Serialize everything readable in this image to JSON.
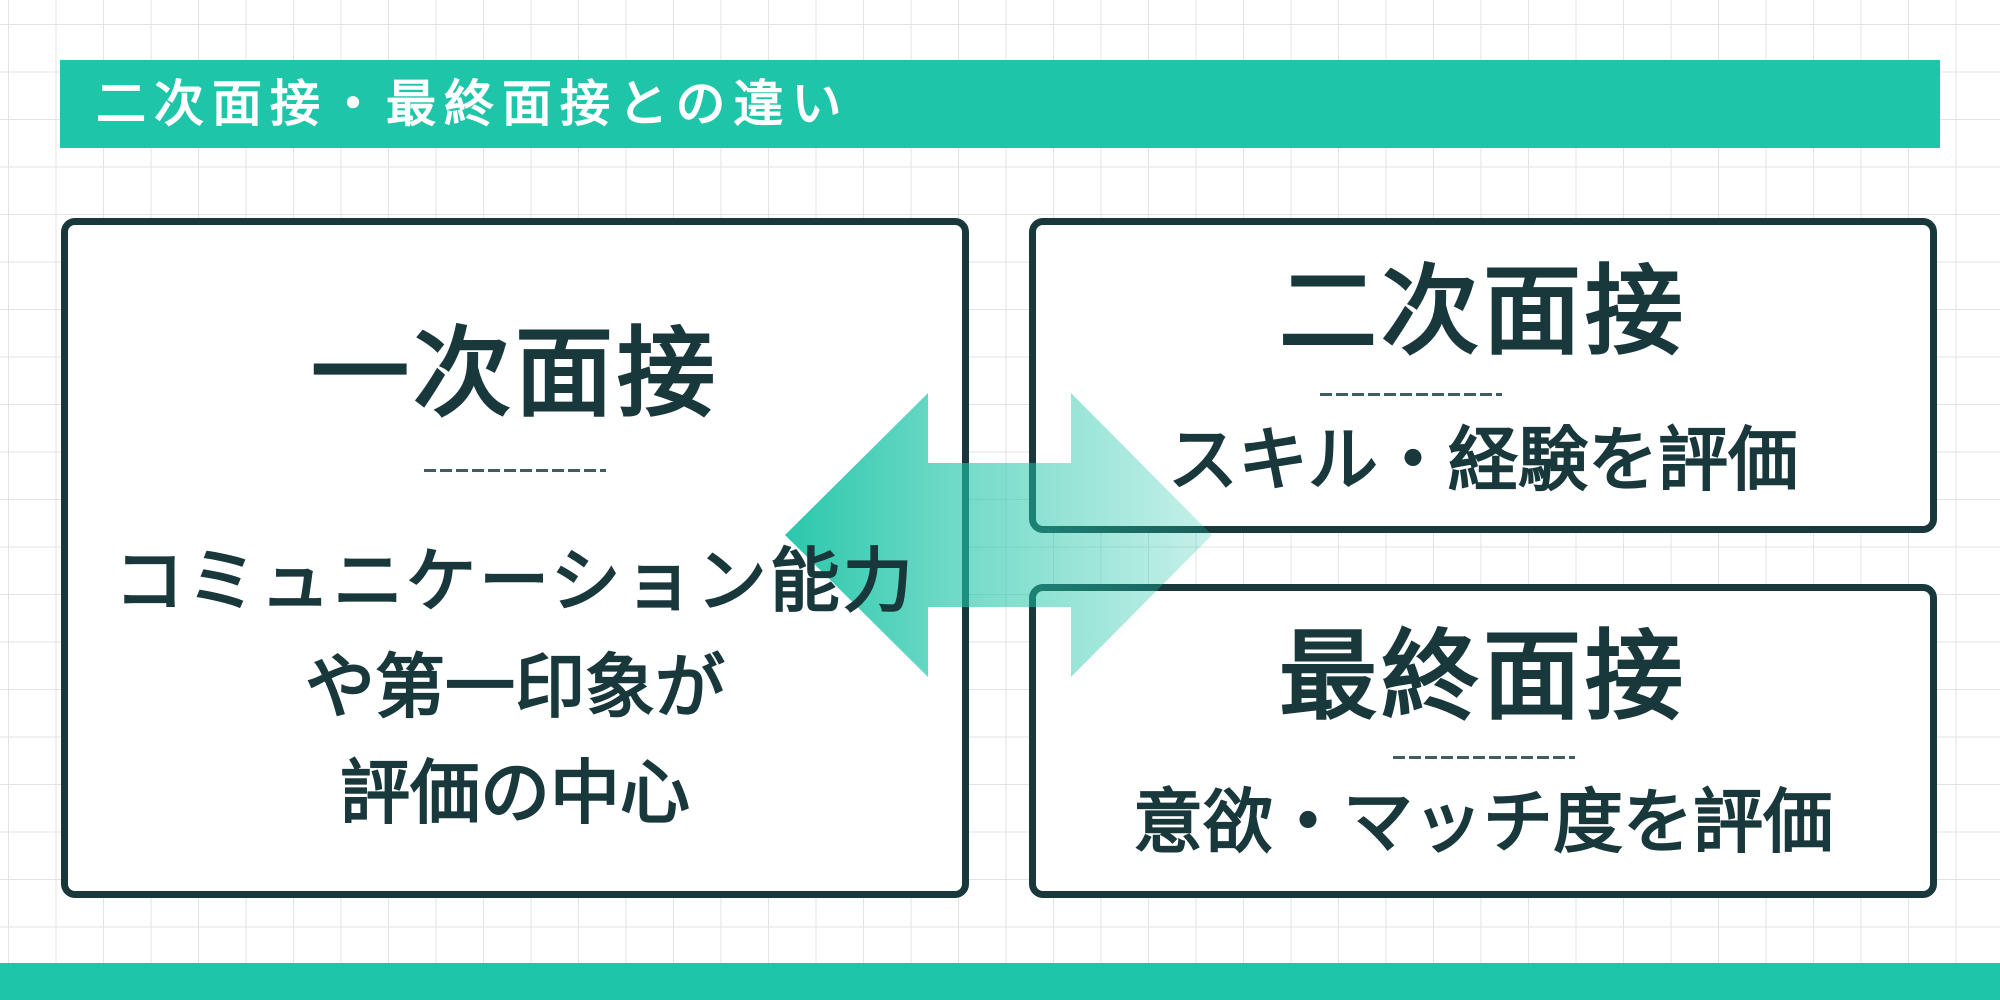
{
  "header": {
    "title": "二次面接・最終面接との違い"
  },
  "left_box": {
    "title": "一次面接",
    "body_lines": [
      "コミュニケーション能力",
      "や第一印象が",
      "評価の中心"
    ]
  },
  "right_top_box": {
    "title": "二次面接",
    "subtitle": "スキル・経験を評価"
  },
  "right_bottom_box": {
    "title": "最終面接",
    "subtitle": "意欲・マッチ度を評価"
  },
  "arrow": {
    "icon": "double-arrow-icon",
    "direction": "left-right"
  },
  "colors": {
    "accent": "#1fc5a8",
    "text": "#18383c",
    "border": "#18383c",
    "dash": "#3f5d61",
    "grid": "#e3e3e3",
    "background": "#ffffff"
  }
}
